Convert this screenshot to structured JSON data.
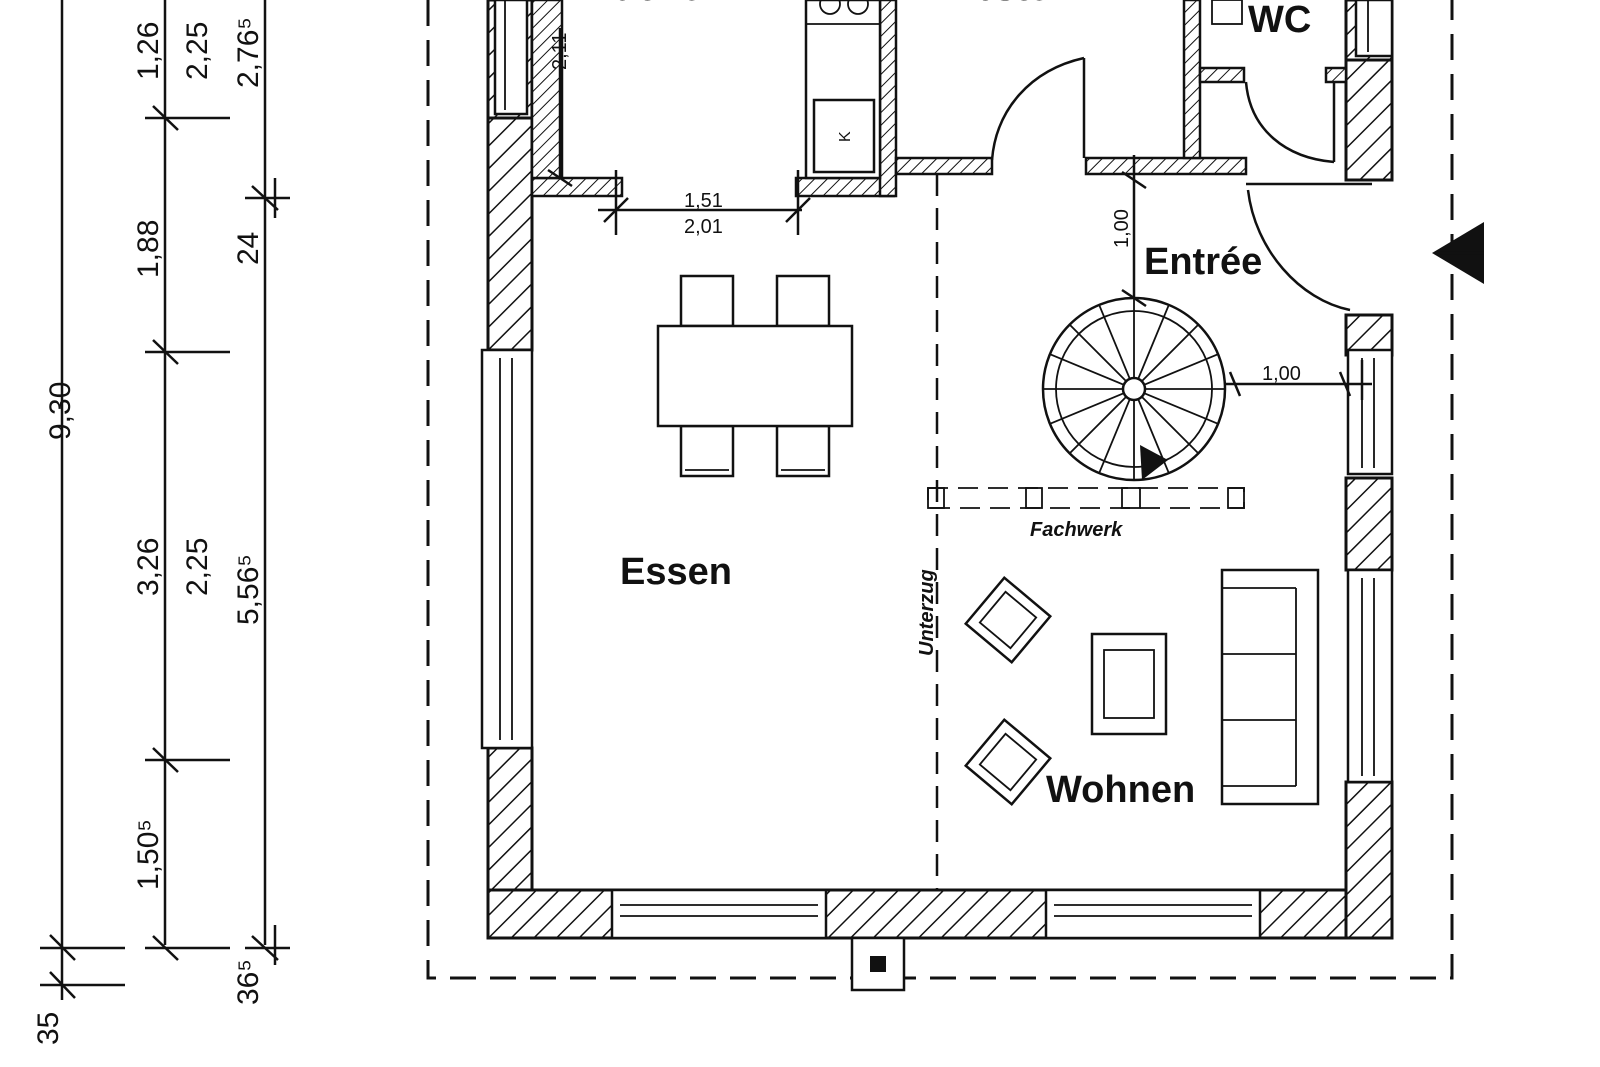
{
  "rooms": {
    "kitchen": "Küche",
    "pantry": "Abstell",
    "wc": "WC",
    "entree": "Entrée",
    "essen": "Essen",
    "wohnen": "Wohnen"
  },
  "labels": {
    "fachwerk": "Fachwerk",
    "unterzug": "Unterzug",
    "k": "K"
  },
  "dimensions": {
    "total": "9,30",
    "col2": [
      "1,26",
      "1,88",
      "3,26",
      "1,50⁵",
      "35"
    ],
    "col3": [
      "2,25",
      "2,25"
    ],
    "col4": [
      "2,76⁵",
      "24",
      "5,56⁵",
      "36⁵"
    ],
    "kitchen_height": "2,11",
    "opening_a": "1,51",
    "opening_b": "2,01",
    "stair_top": "1,00",
    "stair_right": "1,00"
  },
  "colors": {
    "ink": "#111111",
    "paper": "#ffffff"
  }
}
